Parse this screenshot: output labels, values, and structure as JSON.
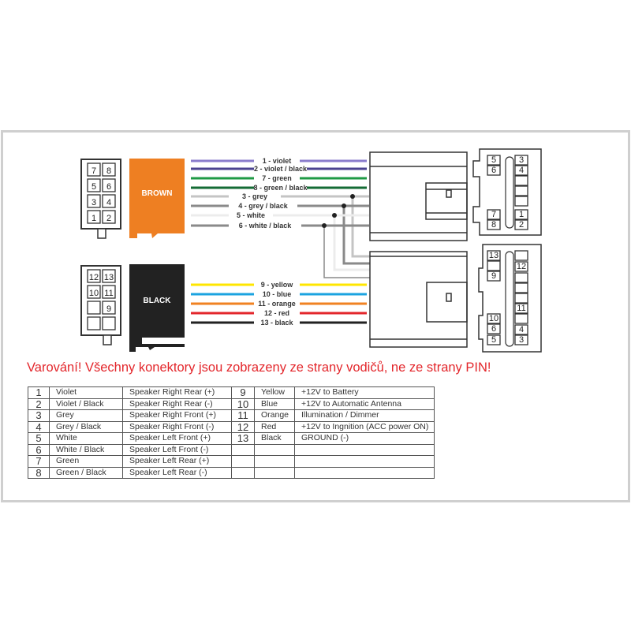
{
  "connector_labels": {
    "brown": "BROWN",
    "black": "BLACK"
  },
  "warning": "Varování! Všechny konektory jsou zobrazeny ze strany vodičů, ne ze strany PIN!",
  "wires": [
    {
      "label": "1 - violet",
      "color": "#8a7ccc"
    },
    {
      "label": "2 - violet / black",
      "color": "#4b4390"
    },
    {
      "label": "7 - green",
      "color": "#1f9a45"
    },
    {
      "label": "8 - green / black",
      "color": "#146b35"
    },
    {
      "label": "3 - grey",
      "color": "#c4c4c4"
    },
    {
      "label": "4 - grey / black",
      "color": "#8a8a8a"
    },
    {
      "label": "5 - white",
      "color": "#ececec"
    },
    {
      "label": "6 - white / black",
      "color": "#8a8a8a"
    },
    {
      "label": "9 - yellow",
      "color": "#ffe600"
    },
    {
      "label": "10 - blue",
      "color": "#1ba3e0"
    },
    {
      "label": "11 - orange",
      "color": "#f08222"
    },
    {
      "label": "12 - red",
      "color": "#e3262b"
    },
    {
      "label": "13 - black",
      "color": "#222222"
    }
  ],
  "pins": {
    "left_top": [
      "7",
      "8",
      "5",
      "6",
      "3",
      "4",
      "1",
      "2"
    ],
    "left_bottom": [
      "12",
      "13",
      "10",
      "11",
      "",
      "9",
      "",
      ""
    ],
    "right_top": {
      "left": [
        "5",
        "6",
        "7",
        "8"
      ],
      "right": [
        "3",
        "4",
        "",
        "",
        "",
        "1",
        "2"
      ]
    },
    "right_bottom": {
      "left": [
        "13",
        "",
        "9",
        "10",
        "6",
        "5"
      ],
      "right": [
        "",
        "12",
        "",
        "",
        "",
        "11",
        "",
        "4",
        "3"
      ]
    }
  },
  "table": {
    "rows": [
      [
        "1",
        "Violet",
        "Speaker Right Rear (+)",
        "9",
        "Yellow",
        "+12V to Battery"
      ],
      [
        "2",
        "Violet / Black",
        "Speaker Right Rear (-)",
        "10",
        "Blue",
        "+12V to Automatic Antenna"
      ],
      [
        "3",
        "Grey",
        "Speaker Right Front (+)",
        "11",
        "Orange",
        "Illumination / Dimmer"
      ],
      [
        "4",
        "Grey / Black",
        "Speaker Right Front (-)",
        "12",
        "Red",
        "+12V to Ingnition (ACC power ON)"
      ],
      [
        "5",
        "White",
        "Speaker Left Front (+)",
        "13",
        "Black",
        "GROUND (-)"
      ],
      [
        "6",
        "White / Black",
        "Speaker Left Front (-)",
        "",
        "",
        ""
      ],
      [
        "7",
        "Green",
        "Speaker Left Rear (+)",
        "",
        "",
        ""
      ],
      [
        "8",
        "Green / Black",
        "Speaker Left Rear (-)",
        "",
        "",
        ""
      ]
    ]
  }
}
